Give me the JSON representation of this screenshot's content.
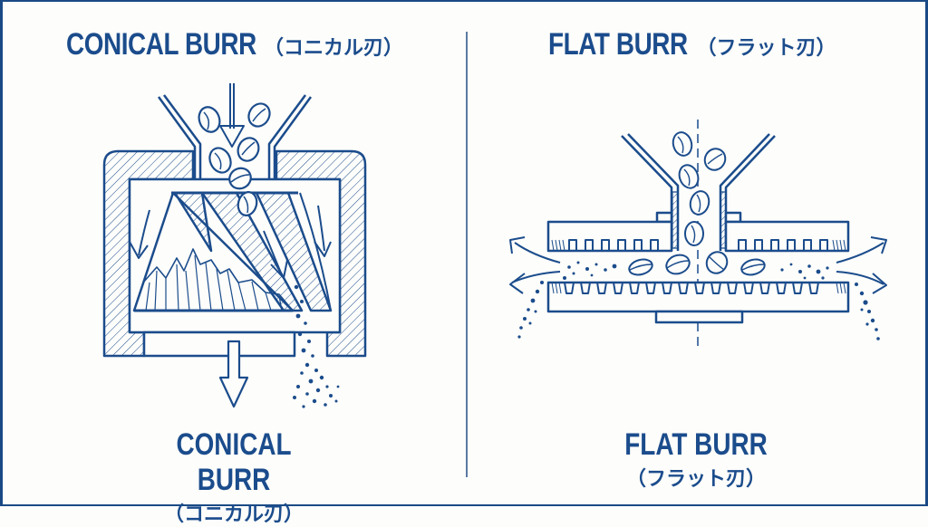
{
  "left_panel": {
    "title_en": "CONICAL BURR",
    "title_jp": "（コニカル刃）",
    "caption_en": "CONICAL BURR",
    "caption_jp": "（コニカル刃）",
    "illustration": "conical-burr-cross-section"
  },
  "right_panel": {
    "title_en": "FLAT BURR",
    "title_jp": "（フラット刃）",
    "caption_en": "FLAT BURR",
    "caption_jp": "（フラット刃）",
    "illustration": "flat-burr-cross-section"
  },
  "colors": {
    "ink": "#1b4c8c",
    "divider": "#5a7aa3",
    "background": "#fdfdfb",
    "frame": "#1a4a85"
  }
}
